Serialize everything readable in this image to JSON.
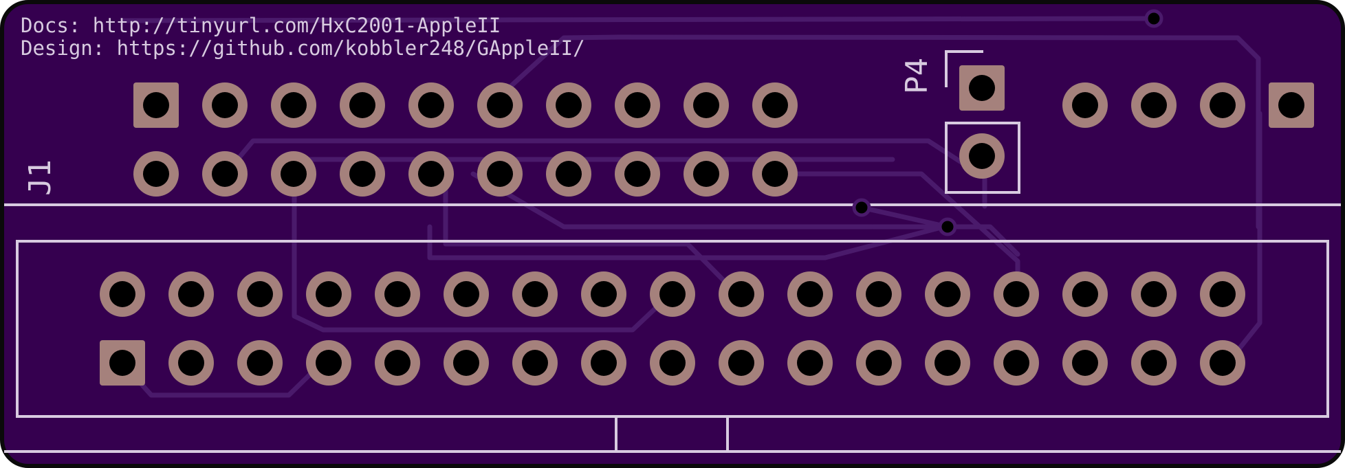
{
  "silkscreen": {
    "docs_line": "Docs: http://tinyurl.com/HxC2001-AppleII",
    "design_line": "Design: https://github.com/kobbler248/GAppleII/",
    "ref_j1": "J1",
    "ref_p4": "P4"
  },
  "colors": {
    "board": "#35004f",
    "board_outline": "#0a0a0a",
    "copper_pad": "#a5817c",
    "drill_hole": "#000000",
    "trace": "#4a1a6b",
    "silkscreen": "#d8cbe0"
  },
  "components": {
    "j1": {
      "rows": 2,
      "cols": 10,
      "pin1": "square"
    },
    "p4": {
      "pins": 2,
      "pin1": "square"
    },
    "right_header": {
      "pins": 4,
      "pin1": "square"
    },
    "idc_connector": {
      "rows": 2,
      "cols": 17,
      "pin1": "square"
    }
  }
}
